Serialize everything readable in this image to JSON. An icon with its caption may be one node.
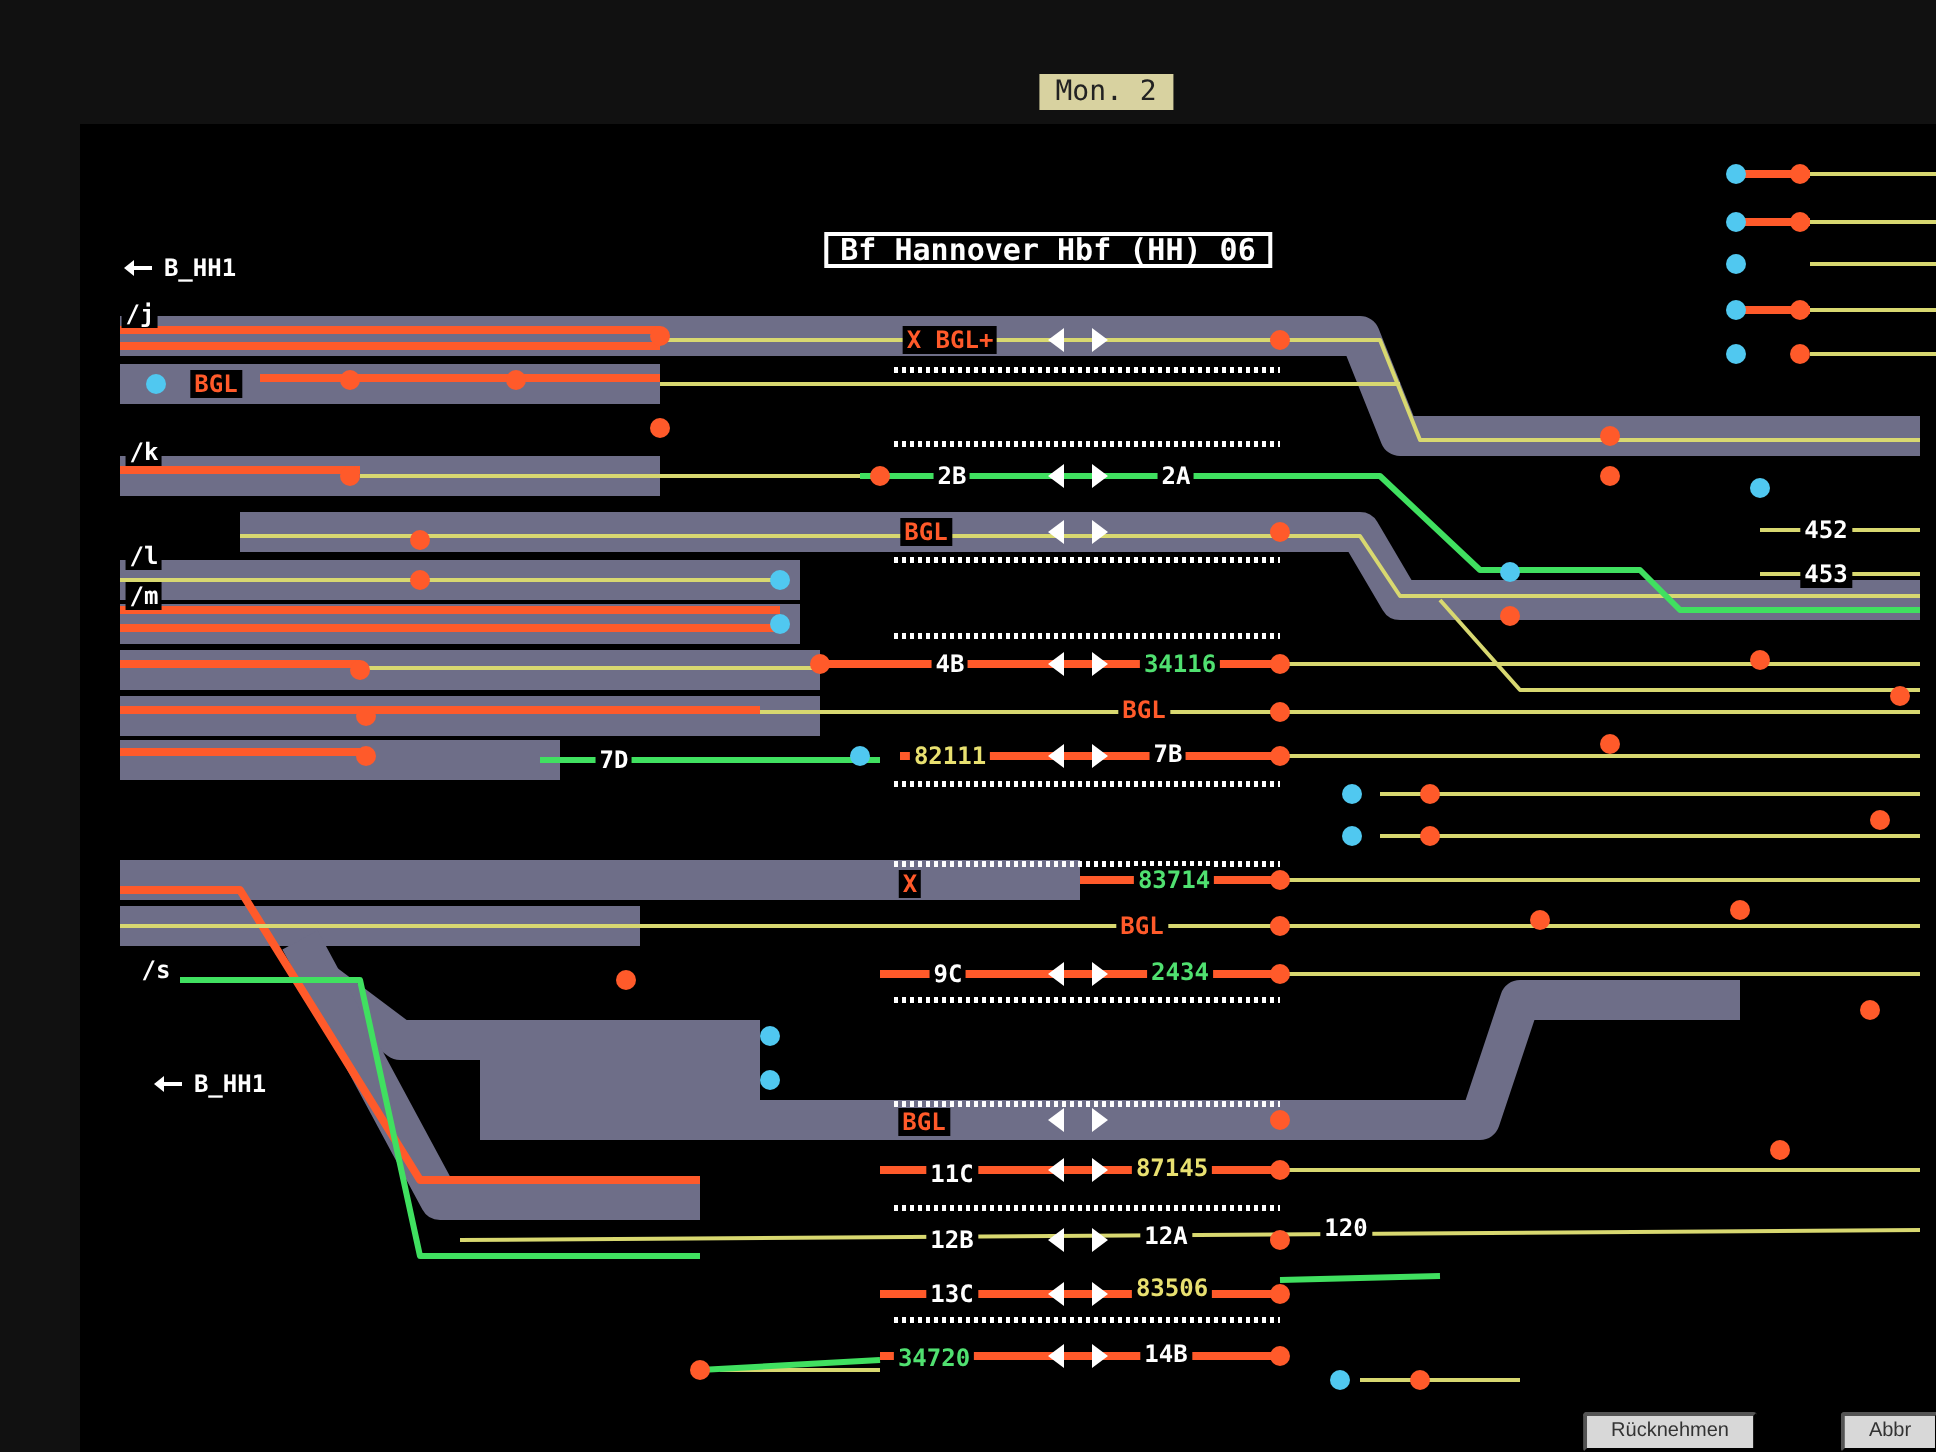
{
  "diagram": {
    "title": "Bf Hannover Hbf (HH) 06",
    "labels": [
      "Mon. 2",
      "B_HH1",
      "/j",
      "X BGL+",
      "BGL",
      "/k",
      "2B",
      "2A",
      "/l",
      "BGL",
      "452",
      "/m",
      "453",
      "4B",
      "34116",
      "BGL",
      "7D",
      "82111",
      "7B",
      "X",
      "83714",
      "BGL",
      "/s",
      "9C",
      "2434",
      "B_HH1",
      "BGL",
      "11C",
      "87145",
      "12B",
      "12A",
      "120",
      "13C",
      "83506",
      "34720",
      "14B",
      "Rücknehmen",
      "Abbr"
    ]
  }
}
